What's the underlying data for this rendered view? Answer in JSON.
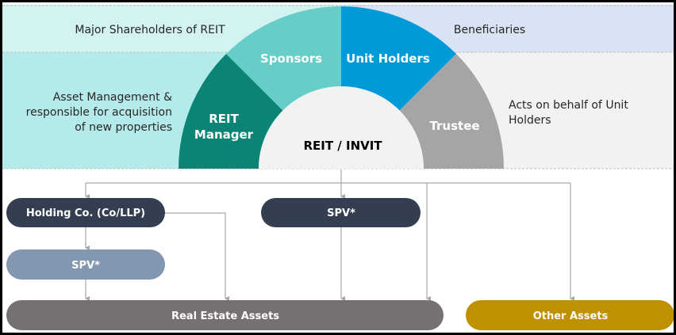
{
  "diagram": {
    "top_band": {
      "left_text": "Major Shareholders of REIT",
      "right_text": "Beneficiaries"
    },
    "middle_band": {
      "left_text_lines": [
        "Asset Management &",
        "responsible for acquisition",
        "of new properties"
      ],
      "right_text_lines": [
        "Acts on behalf of Unit",
        "Holders"
      ]
    },
    "segments": [
      {
        "id": "reit-manager",
        "label_lines": [
          "REIT",
          "Manager"
        ],
        "color": "#0b8476"
      },
      {
        "id": "sponsors",
        "label_lines": [
          "Sponsors"
        ],
        "color": "#66cdc8"
      },
      {
        "id": "unit-holders",
        "label_lines": [
          "Unit Holders"
        ],
        "color": "#009ad9"
      },
      {
        "id": "trustee",
        "label_lines": [
          "Trustee"
        ],
        "color": "#a5a5a5"
      }
    ],
    "center": {
      "label": "REIT / INVIT",
      "color": "#f2f2f2"
    },
    "entities": [
      {
        "id": "holding-co",
        "label": "Holding Co. (Co/LLP)",
        "color": "#333f50"
      },
      {
        "id": "spv-holding",
        "label": "SPV*",
        "color": "#8497b0"
      },
      {
        "id": "spv-direct",
        "label": "SPV*",
        "color": "#333f50"
      },
      {
        "id": "real-estate-assets",
        "label": "Real Estate Assets",
        "color": "#767171"
      },
      {
        "id": "other-assets",
        "label": "Other Assets",
        "color": "#bf9000"
      }
    ],
    "band_colors": {
      "top_left": "#d3f3f2",
      "top_right": "#dae3f3",
      "middle_left": "#b4ebea",
      "middle_right": "#f2f2f2",
      "connector": "#a6a6a6"
    }
  }
}
